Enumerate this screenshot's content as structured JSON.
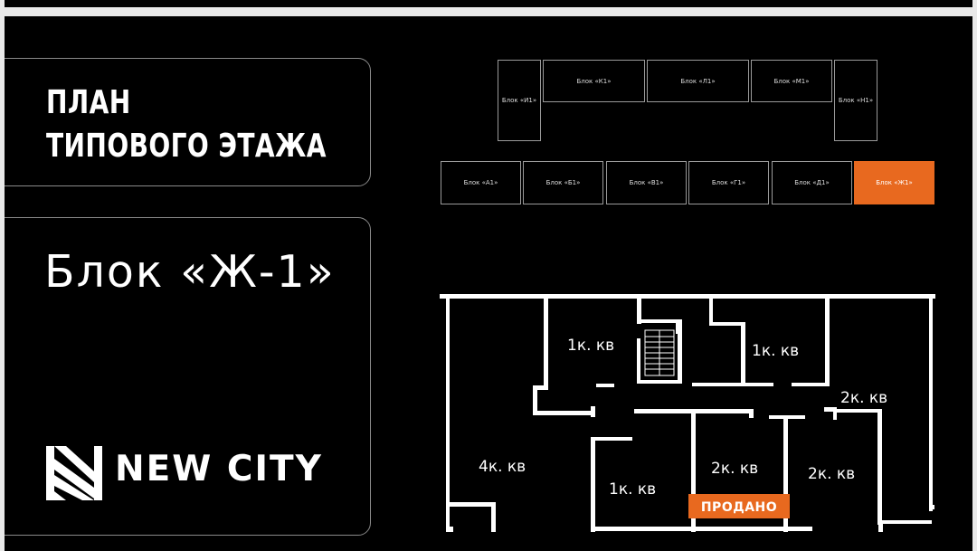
{
  "title": {
    "line1": "ПЛАН",
    "line2": "ТИПОВОГО ЭТАЖА"
  },
  "block_name": "Блок «Ж-1»",
  "brand": {
    "name": "NEW CITY",
    "icon": "new-city-logo-icon"
  },
  "blocks_top": [
    "Блок «И1»",
    "Блок «К1»",
    "Блок «Л1»",
    "Блок «М1»",
    "Блок «Н1»"
  ],
  "blocks_bottom": [
    "Блок «А1»",
    "Блок «Б1»",
    "Блок «В1»",
    "Блок «Г1»",
    "Блок «Д1»",
    "Блок «Ж1»"
  ],
  "active_block": "Блок «Ж1»",
  "apartments": {
    "a1": "1к. кв",
    "a2": "1к. кв",
    "a3": "2к. кв",
    "a4": "4к. кв",
    "a5": "1к. кв",
    "a6": "2к. кв",
    "a7": "2к. кв"
  },
  "sold_label": "ПРОДАНО",
  "colors": {
    "accent": "#e8691f",
    "background": "#000000",
    "text": "#ffffff",
    "border": "#8a8a8a"
  }
}
